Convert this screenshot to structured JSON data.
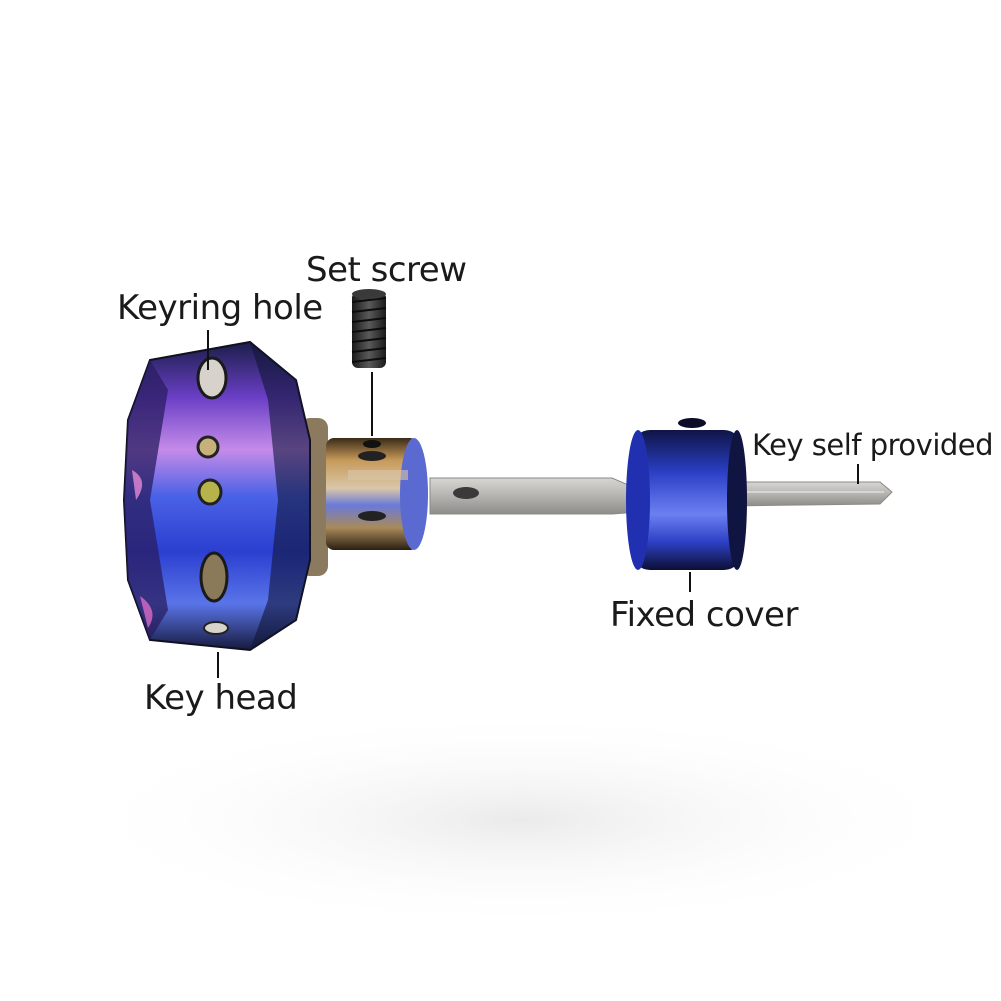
{
  "labels": {
    "set_screw": "Set screw",
    "keyring_hole": "Keyring hole",
    "key_self_provided": "Key self provided",
    "fixed_cover": "Fixed cover",
    "key_head": "Key head"
  },
  "colors": {
    "anodized_blue": "#2d44c8",
    "anodized_purple": "#8a4fd0",
    "steel": "#b8b6b2",
    "dark_steel": "#2b2b2b",
    "bronze": "#b58a4a",
    "text": "#1a1a1a"
  }
}
